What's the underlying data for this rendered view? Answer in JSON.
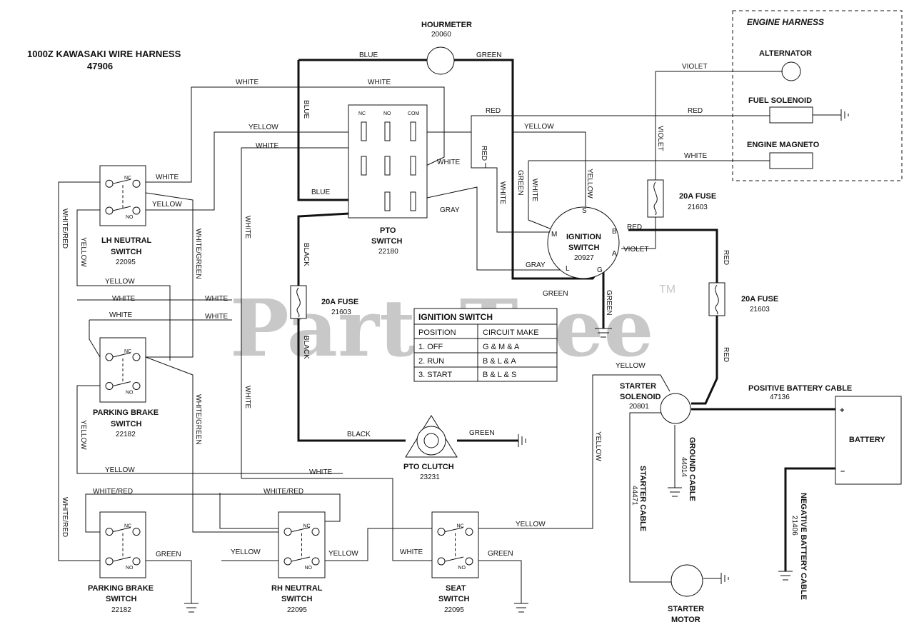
{
  "title": {
    "line1": "1000Z KAWASAKI WIRE HARNESS",
    "line2": "47906"
  },
  "watermark": {
    "text": "PartsTree",
    "tm": "TM"
  },
  "engine_harness": {
    "title": "ENGINE HARNESS",
    "alternator": "ALTERNATOR",
    "fuel_solenoid": "FUEL SOLENOID",
    "engine_magneto": "ENGINE MAGNETO"
  },
  "components": {
    "hourmeter": {
      "name": "HOURMETER",
      "num": "20060"
    },
    "pto_switch": {
      "name1": "PTO",
      "name2": "SWITCH",
      "num": "22180",
      "nc": "NC",
      "no": "NO",
      "com": "COM"
    },
    "ignition_switch": {
      "name1": "IGNITION",
      "name2": "SWITCH",
      "num": "20927",
      "m": "M",
      "s": "S",
      "b": "B",
      "a": "A",
      "l": "L",
      "g": "G"
    },
    "fuse_left": {
      "name": "20A FUSE",
      "num": "21603"
    },
    "fuse_top": {
      "name": "20A FUSE",
      "num": "21603"
    },
    "fuse_right": {
      "name": "20A FUSE",
      "num": "21603"
    },
    "lh_neutral": {
      "name1": "LH NEUTRAL",
      "name2": "SWITCH",
      "num": "22095"
    },
    "parking_brake_1": {
      "name1": "PARKING BRAKE",
      "name2": "SWITCH",
      "num": "22182"
    },
    "parking_brake_2": {
      "name1": "PARKING BRAKE",
      "name2": "SWITCH",
      "num": "22182"
    },
    "rh_neutral": {
      "name1": "RH NEUTRAL",
      "name2": "SWITCH",
      "num": "22095"
    },
    "seat_switch": {
      "name1": "SEAT",
      "name2": "SWITCH",
      "num": "22095"
    },
    "pto_clutch": {
      "name": "PTO CLUTCH",
      "num": "23231"
    },
    "starter_solenoid": {
      "name1": "STARTER",
      "name2": "SOLENOID",
      "num": "20801"
    },
    "starter_motor": {
      "name1": "STARTER",
      "name2": "MOTOR"
    },
    "battery": {
      "name": "BATTERY",
      "plus": "+",
      "minus": "–"
    },
    "positive_cable": {
      "name": "POSITIVE BATTERY CABLE",
      "num": "47136"
    },
    "negative_cable": {
      "name": "NEGATIVE BATTERY CABLE",
      "num": "21406"
    },
    "ground_cable": {
      "name": "GROUND CABLE",
      "num": "44014"
    },
    "starter_cable": {
      "name": "STARTER CABLE",
      "num": "44471"
    }
  },
  "switch_labels": {
    "nc": "NC",
    "no": "NO"
  },
  "ignition_table": {
    "header": "IGNITION SWITCH",
    "columns": [
      "POSITION",
      "CIRCUIT MAKE"
    ],
    "rows": [
      [
        "1. OFF",
        "G & M & A"
      ],
      [
        "2. RUN",
        "B & L & A"
      ],
      [
        "3. START",
        "B & L & S"
      ]
    ]
  },
  "wire_colors": {
    "blue": "BLUE",
    "green": "GREEN",
    "white": "WHITE",
    "yellow": "YELLOW",
    "red": "RED",
    "gray": "GRAY",
    "black": "BLACK",
    "violet": "VIOLET",
    "white_red": "WHITE/RED",
    "white_green": "WHITE/GREEN"
  }
}
